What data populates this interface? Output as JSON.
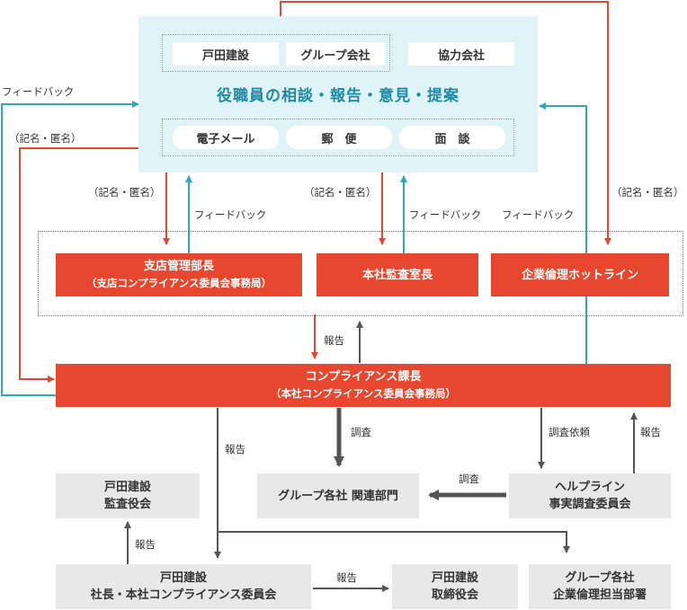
{
  "top": {
    "title": "役職員の相談・報告・意見・提案",
    "groups": [
      "戸田建設",
      "グループ会社",
      "協力会社"
    ],
    "channels": [
      "電子メール",
      "郵　便",
      "面　談"
    ]
  },
  "offices": {
    "branch": {
      "title": "支店管理部長",
      "sub": "（支店コンプライアンス委員会事務局）"
    },
    "audit": {
      "title": "本社監査室長"
    },
    "hotline": {
      "title": "企業倫理ホットライン"
    }
  },
  "manager": {
    "title": "コンプライアンス課長",
    "sub": "（本社コンプライアンス委員会事務局）"
  },
  "nodes": {
    "related": "グループ各社 関連部門",
    "helpline_1": "ヘルプライン",
    "helpline_2": "事実調査委員会",
    "auditboard_1": "戸田建設",
    "auditboard_2": "監査役会",
    "president_1": "戸田建設",
    "president_2": "社長・本社コンプライアンス委員会",
    "directors_1": "戸田建設",
    "directors_2": "取締役会",
    "ethics_1": "グループ各社",
    "ethics_2": "企業倫理担当部署"
  },
  "labels": {
    "feedback": "フィードバック",
    "named": "（記名・匿名）",
    "report": "報告",
    "investigate": "調査",
    "request": "調査依頼"
  },
  "colors": {
    "red": "#e8472f",
    "teal": "#2aa9bf",
    "gray": "#555555"
  }
}
